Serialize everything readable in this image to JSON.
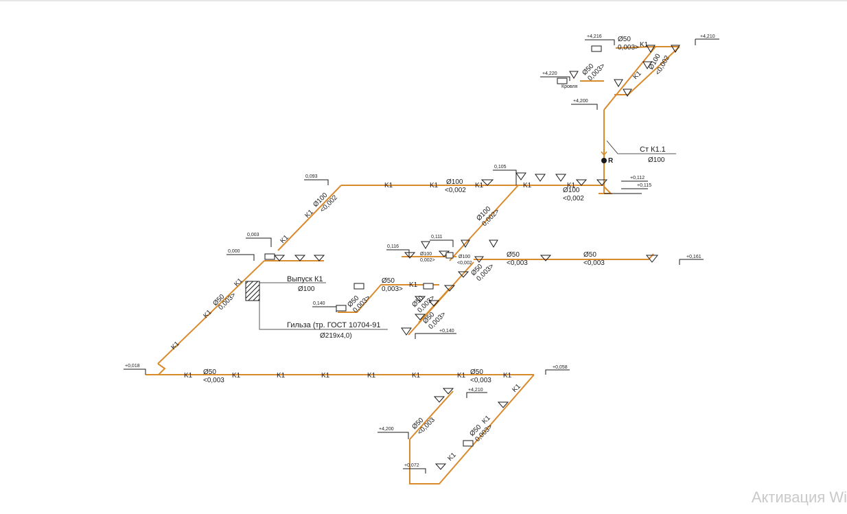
{
  "drawing": {
    "k1": "K1",
    "dia50": "Ø50",
    "dia100": "Ø100",
    "slope_003": "0,003>",
    "slope_003_rev": "<0,003",
    "slope_002": "0,002>",
    "slope_002_rev": "<0,002",
    "slope_0002": "0,002>",
    "marks": {
      "m_4216": "+4,216",
      "m_4210": "+4,210",
      "m_4220": "+4,220",
      "m_4200": "+4,200",
      "m_0105": "0,105",
      "m_0112": "+0,112",
      "m_0115": "+0,115",
      "m_0093": "0,093",
      "m_0003": "0,003",
      "m_0000": "0,000",
      "m_0116": "0,116",
      "m_0111": "0,111",
      "m_0161": "+0,161",
      "m_0140": "0,140",
      "m_0140b": "+0,140",
      "m_0018": "+0,018",
      "m_0058": "+0,058",
      "m_4210b": "+4,210",
      "m_4200b": "+4,200",
      "m_0072": "+0,072",
      "roof": "Кровля"
    },
    "riser_label": "Ст К1.1",
    "riser_dia": "Ø100",
    "riser_mark": "R",
    "outlet_label": "Выпуск К1",
    "outlet_dia": "Ø100",
    "sleeve_label": "Гильза (тр. ГОСТ 10704-91",
    "sleeve_size": "Ø219х4,0)"
  },
  "watermark": "Активация Wi",
  "colors": {
    "pipe": "#d98a2b",
    "line": "#1a1a1a"
  }
}
